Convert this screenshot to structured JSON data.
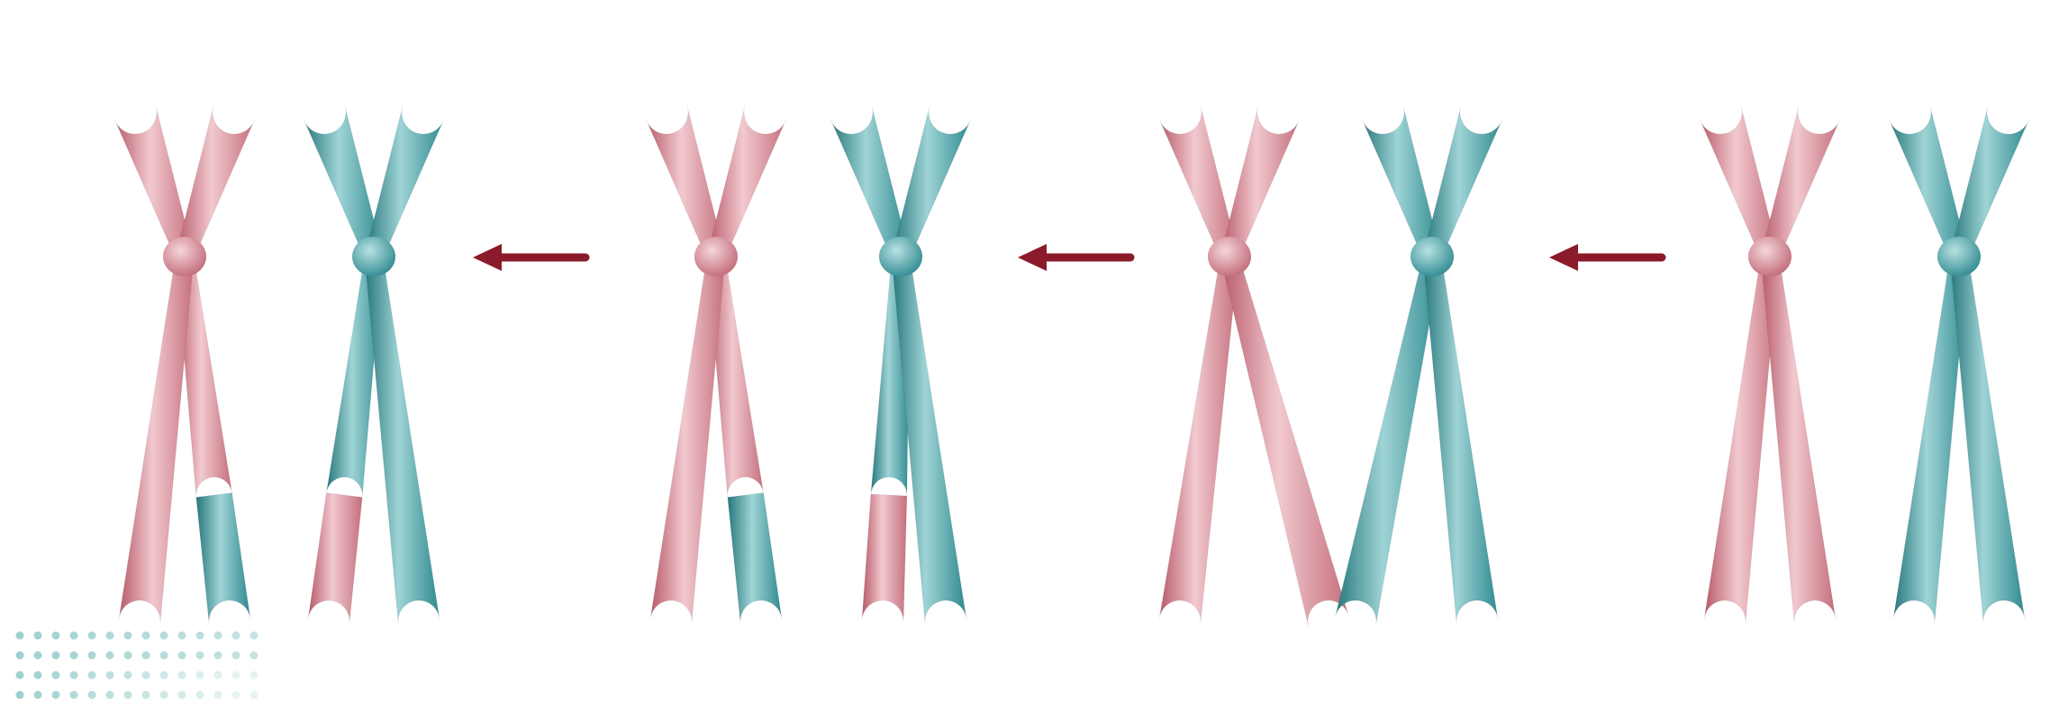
{
  "colors": {
    "background": "#ffffff",
    "maternal": "#d98a95",
    "maternal_dark": "#b75a69",
    "maternal_light": "#f2c9cf",
    "paternal": "#4aa5aa",
    "paternal_dark": "#27777c",
    "paternal_light": "#9fd4d6",
    "arrow": "#8b1a2b",
    "dots": "#9fd0cf"
  },
  "stages": [
    {
      "name": "recombined-chromosomes",
      "swapped_tail": true,
      "crossed": false
    },
    {
      "name": "exchange-chromosomes",
      "swapped_tail": true,
      "crossed": false
    },
    {
      "name": "crossing-over-chromosomes",
      "swapped_tail": false,
      "crossed": true
    },
    {
      "name": "homologous-pair",
      "swapped_tail": false,
      "crossed": false
    }
  ],
  "arrows": [
    {
      "name": "arrow-left-1",
      "direction": "left"
    },
    {
      "name": "arrow-left-2",
      "direction": "left"
    },
    {
      "name": "arrow-left-3",
      "direction": "left"
    }
  ],
  "decoration": {
    "name": "dot-pattern-decoration"
  }
}
